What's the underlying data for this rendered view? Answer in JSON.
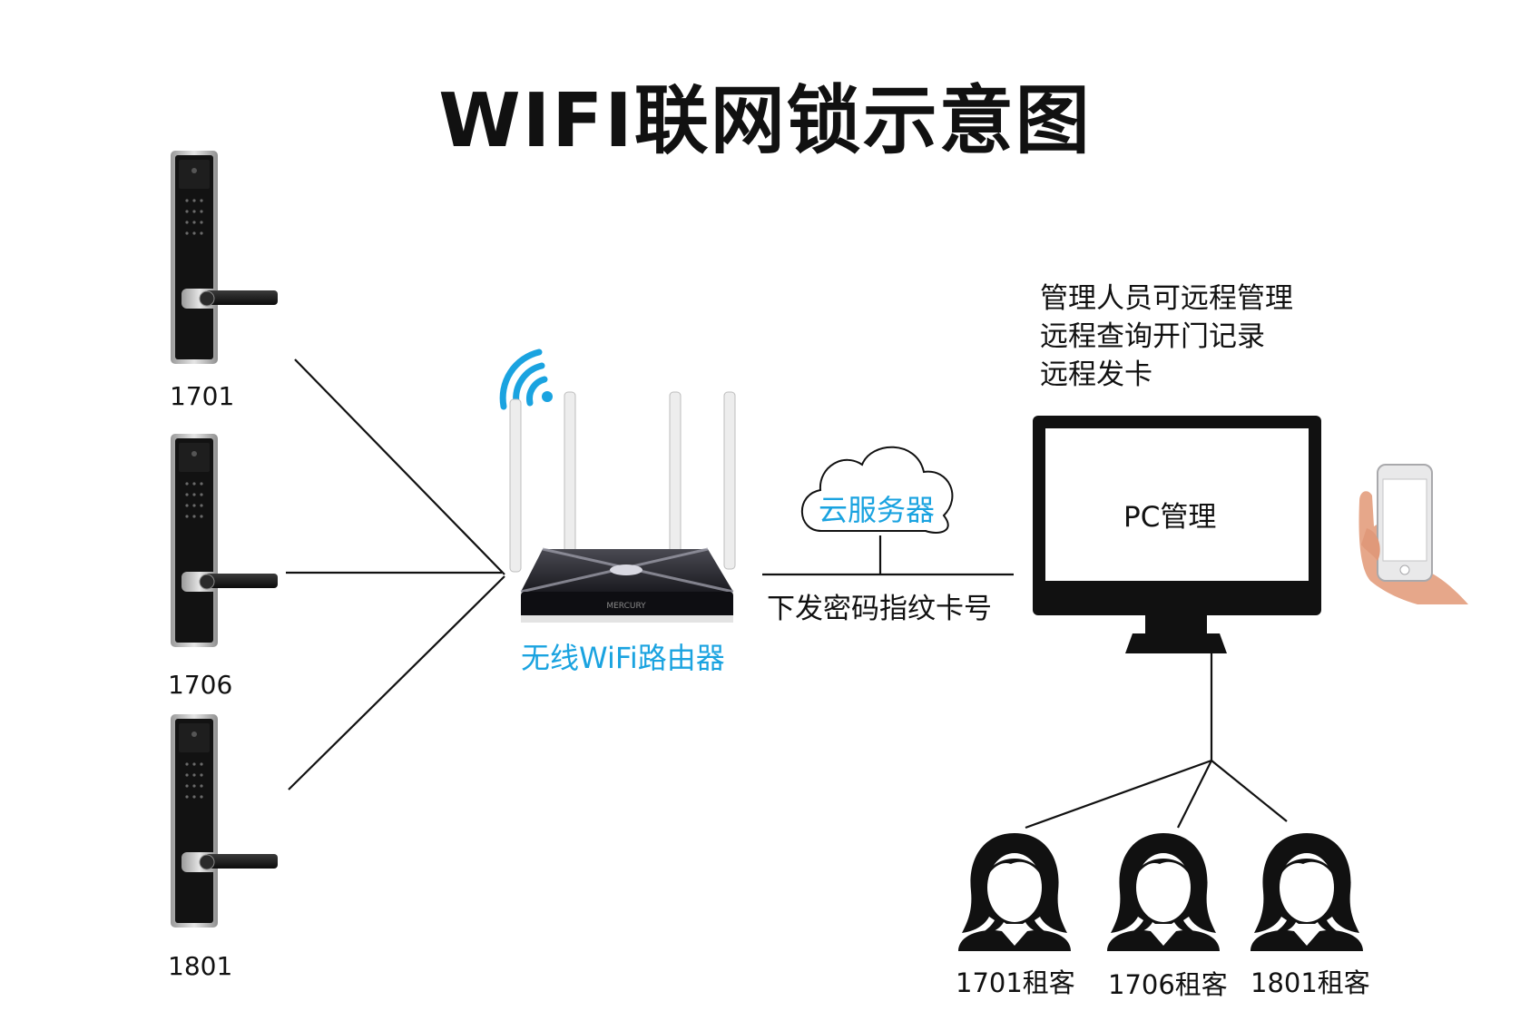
{
  "title": "WIFI联网锁示意图",
  "locks": [
    {
      "label": "1701",
      "icon": "smart-lock-icon"
    },
    {
      "label": "1706",
      "icon": "smart-lock-icon"
    },
    {
      "label": "1801",
      "icon": "smart-lock-icon"
    }
  ],
  "router": {
    "label": "无线WiFi路由器",
    "icon": "wifi-router-icon"
  },
  "cloud": {
    "label": "云服务器",
    "icon": "cloud-icon"
  },
  "link_caption": "下发密码指纹卡号",
  "pc": {
    "label": "PC管理",
    "icon": "monitor-icon"
  },
  "phone": {
    "icon": "hand-phone-icon"
  },
  "manager_notes": [
    "管理人员可远程管理",
    "远程查询开门记录",
    "远程发卡"
  ],
  "tenants": [
    {
      "label": "1701租客",
      "icon": "female-avatar-icon"
    },
    {
      "label": "1706租客",
      "icon": "female-avatar-icon"
    },
    {
      "label": "1801租客",
      "icon": "female-avatar-icon"
    }
  ],
  "colors": {
    "accent": "#1aa3e0",
    "line": "#111111",
    "lock_body": "#111111",
    "lock_frame": "#c9c9c9"
  }
}
